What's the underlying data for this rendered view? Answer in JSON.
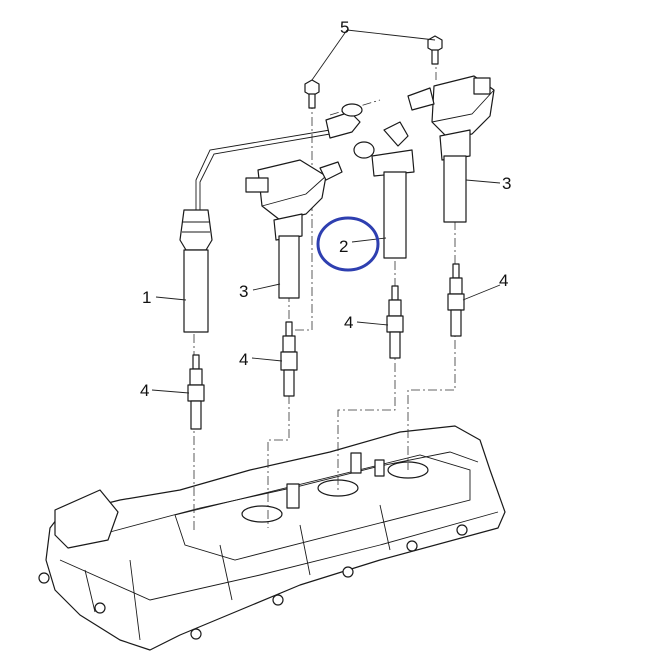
{
  "callouts": [
    {
      "id": "c5",
      "text": "5"
    },
    {
      "id": "c1",
      "text": "1"
    },
    {
      "id": "c3a",
      "text": "3"
    },
    {
      "id": "c3b",
      "text": "3"
    },
    {
      "id": "c2",
      "text": "2"
    },
    {
      "id": "c4a",
      "text": "4"
    },
    {
      "id": "c4b",
      "text": "4"
    },
    {
      "id": "c4c",
      "text": "4"
    },
    {
      "id": "c4d",
      "text": "4"
    }
  ],
  "highlight_color": "#2e3fb0",
  "line_color": "#1a1a1a"
}
